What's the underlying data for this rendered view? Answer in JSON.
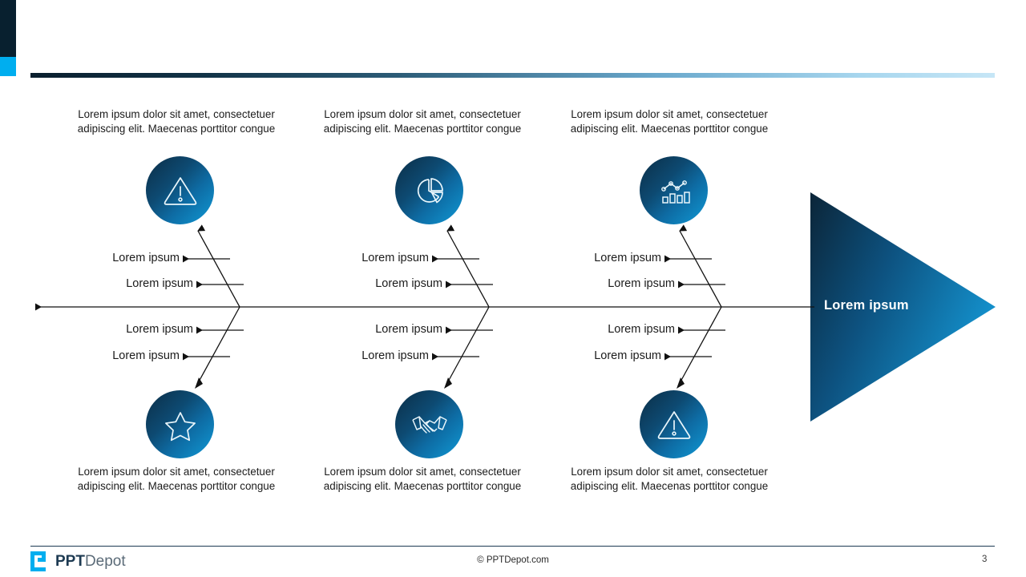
{
  "slide": {
    "page_number": "3",
    "copyright": "© PPTDepot.com",
    "brand": {
      "name_bold": "PPT",
      "name_light": "Depot",
      "mark_icon": "ppt-depot-logo-icon"
    }
  },
  "theme": {
    "navy": "#08202f",
    "cyan": "#00aeef",
    "blue_mid": "#0e6ba3",
    "blue_light": "#109ad6",
    "line": "#111111",
    "text": "#1b1b1b"
  },
  "head": {
    "label": "Lorem ipsum",
    "shape": "right-pointing-triangle"
  },
  "categories": [
    {
      "position": "top",
      "column": 1,
      "icon": "warning-triangle-icon",
      "description": "Lorem ipsum dolor sit amet, consectetuer adipiscing elit. Maecenas porttitor congue",
      "ribs": [
        {
          "label": "Lorem ipsum"
        },
        {
          "label": "Lorem ipsum"
        }
      ]
    },
    {
      "position": "top",
      "column": 2,
      "icon": "pie-chart-icon",
      "description": "Lorem ipsum dolor sit amet, consectetuer adipiscing elit. Maecenas porttitor congue",
      "ribs": [
        {
          "label": "Lorem ipsum"
        },
        {
          "label": "Lorem ipsum"
        }
      ]
    },
    {
      "position": "top",
      "column": 3,
      "icon": "bar-line-chart-icon",
      "description": "Lorem ipsum dolor sit amet, consectetuer adipiscing elit. Maecenas porttitor congue",
      "ribs": [
        {
          "label": "Lorem ipsum"
        },
        {
          "label": "Lorem ipsum"
        }
      ]
    },
    {
      "position": "bottom",
      "column": 1,
      "icon": "star-icon",
      "description": "Lorem ipsum dolor sit amet, consectetuer adipiscing elit. Maecenas porttitor congue",
      "ribs": [
        {
          "label": "Lorem ipsum"
        },
        {
          "label": "Lorem ipsum"
        }
      ]
    },
    {
      "position": "bottom",
      "column": 2,
      "icon": "handshake-icon",
      "description": "Lorem ipsum dolor sit amet, consectetuer adipiscing elit. Maecenas porttitor congue",
      "ribs": [
        {
          "label": "Lorem ipsum"
        },
        {
          "label": "Lorem ipsum"
        }
      ]
    },
    {
      "position": "bottom",
      "column": 3,
      "icon": "warning-triangle-icon",
      "description": "Lorem ipsum dolor sit amet, consectetuer adipiscing elit. Maecenas porttitor congue",
      "ribs": [
        {
          "label": "Lorem ipsum"
        },
        {
          "label": "Lorem ipsum"
        }
      ]
    }
  ]
}
